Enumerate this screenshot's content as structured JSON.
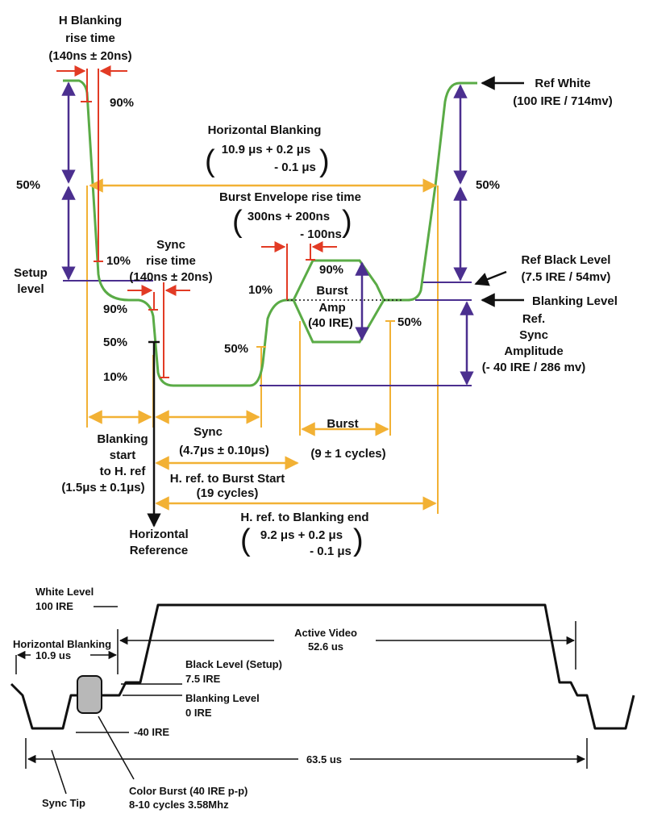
{
  "colors": {
    "signal": "#5aab46",
    "dimension": "#f2b134",
    "level": "#4b2f8f",
    "timing": "#e23b25",
    "black": "#111111",
    "burst_box": "#b8b8b8"
  },
  "upper": {
    "h_blank_rise": [
      "H Blanking",
      "rise time",
      "(140ns ± 20ns)"
    ],
    "pct_90_left": "90%",
    "pct_50_left": "50%",
    "pct_10_left": "10%",
    "setup_level": [
      "Setup",
      "level"
    ],
    "sync_rise": [
      "Sync",
      "rise time",
      "(140ns ± 20ns)"
    ],
    "sync_90": "90%",
    "sync_50": "50%",
    "sync_10": "10%",
    "horizontal_blanking": [
      "Horizontal Blanking",
      "10.9 μs   + 0.2 μs",
      "- 0.1 μs"
    ],
    "burst_env_rise": [
      "Burst Envelope rise time",
      "300ns + 200ns",
      "- 100ns"
    ],
    "burst_10": "10%",
    "burst_90": "90%",
    "burst_50_left": "50%",
    "burst_50_right": "50%",
    "burst_amp": [
      "Burst",
      "Amp",
      "(40 IRE)"
    ],
    "pct_50_right": "50%",
    "ref_white": [
      "Ref White",
      "(100 IRE / 714mv)"
    ],
    "ref_black": [
      "Ref Black Level",
      "(7.5 IRE / 54mv)"
    ],
    "blanking_level": "Blanking Level",
    "ref_sync": [
      "Ref.",
      "Sync",
      "Amplitude",
      "(- 40 IRE / 286 mv)"
    ],
    "blanking_start": [
      "Blanking",
      "start",
      "to H. ref",
      "(1.5μs ± 0.1μs)"
    ],
    "sync_width": [
      "Sync",
      "(4.7μs ± 0.10μs)"
    ],
    "burst_width": [
      "Burst",
      "(9  ± 1 cycles)"
    ],
    "href_burst": [
      "H. ref. to Burst Start",
      "(19 cycles)"
    ],
    "href_blank_end": [
      "H. ref. to Blanking end",
      "9.2 μs   + 0.2 μs",
      "- 0.1 μs"
    ],
    "horizontal_reference": [
      "Horizontal",
      "Reference"
    ]
  },
  "lower": {
    "white_level": [
      "White Level",
      "100 IRE"
    ],
    "horizontal_blanking": [
      "Horizontal Blanking",
      "10.9 us"
    ],
    "active_video": [
      "Active Video",
      "52.6 us"
    ],
    "black_level": [
      "Black Level (Setup)",
      "7.5 IRE"
    ],
    "blanking_level": [
      "Blanking Level",
      "0 IRE"
    ],
    "minus40": "-40 IRE",
    "line_time": "63.5 us",
    "sync_tip": "Sync Tip",
    "color_burst": [
      "Color Burst (40 IRE p-p)",
      "8-10 cycles 3.58Mhz"
    ]
  }
}
